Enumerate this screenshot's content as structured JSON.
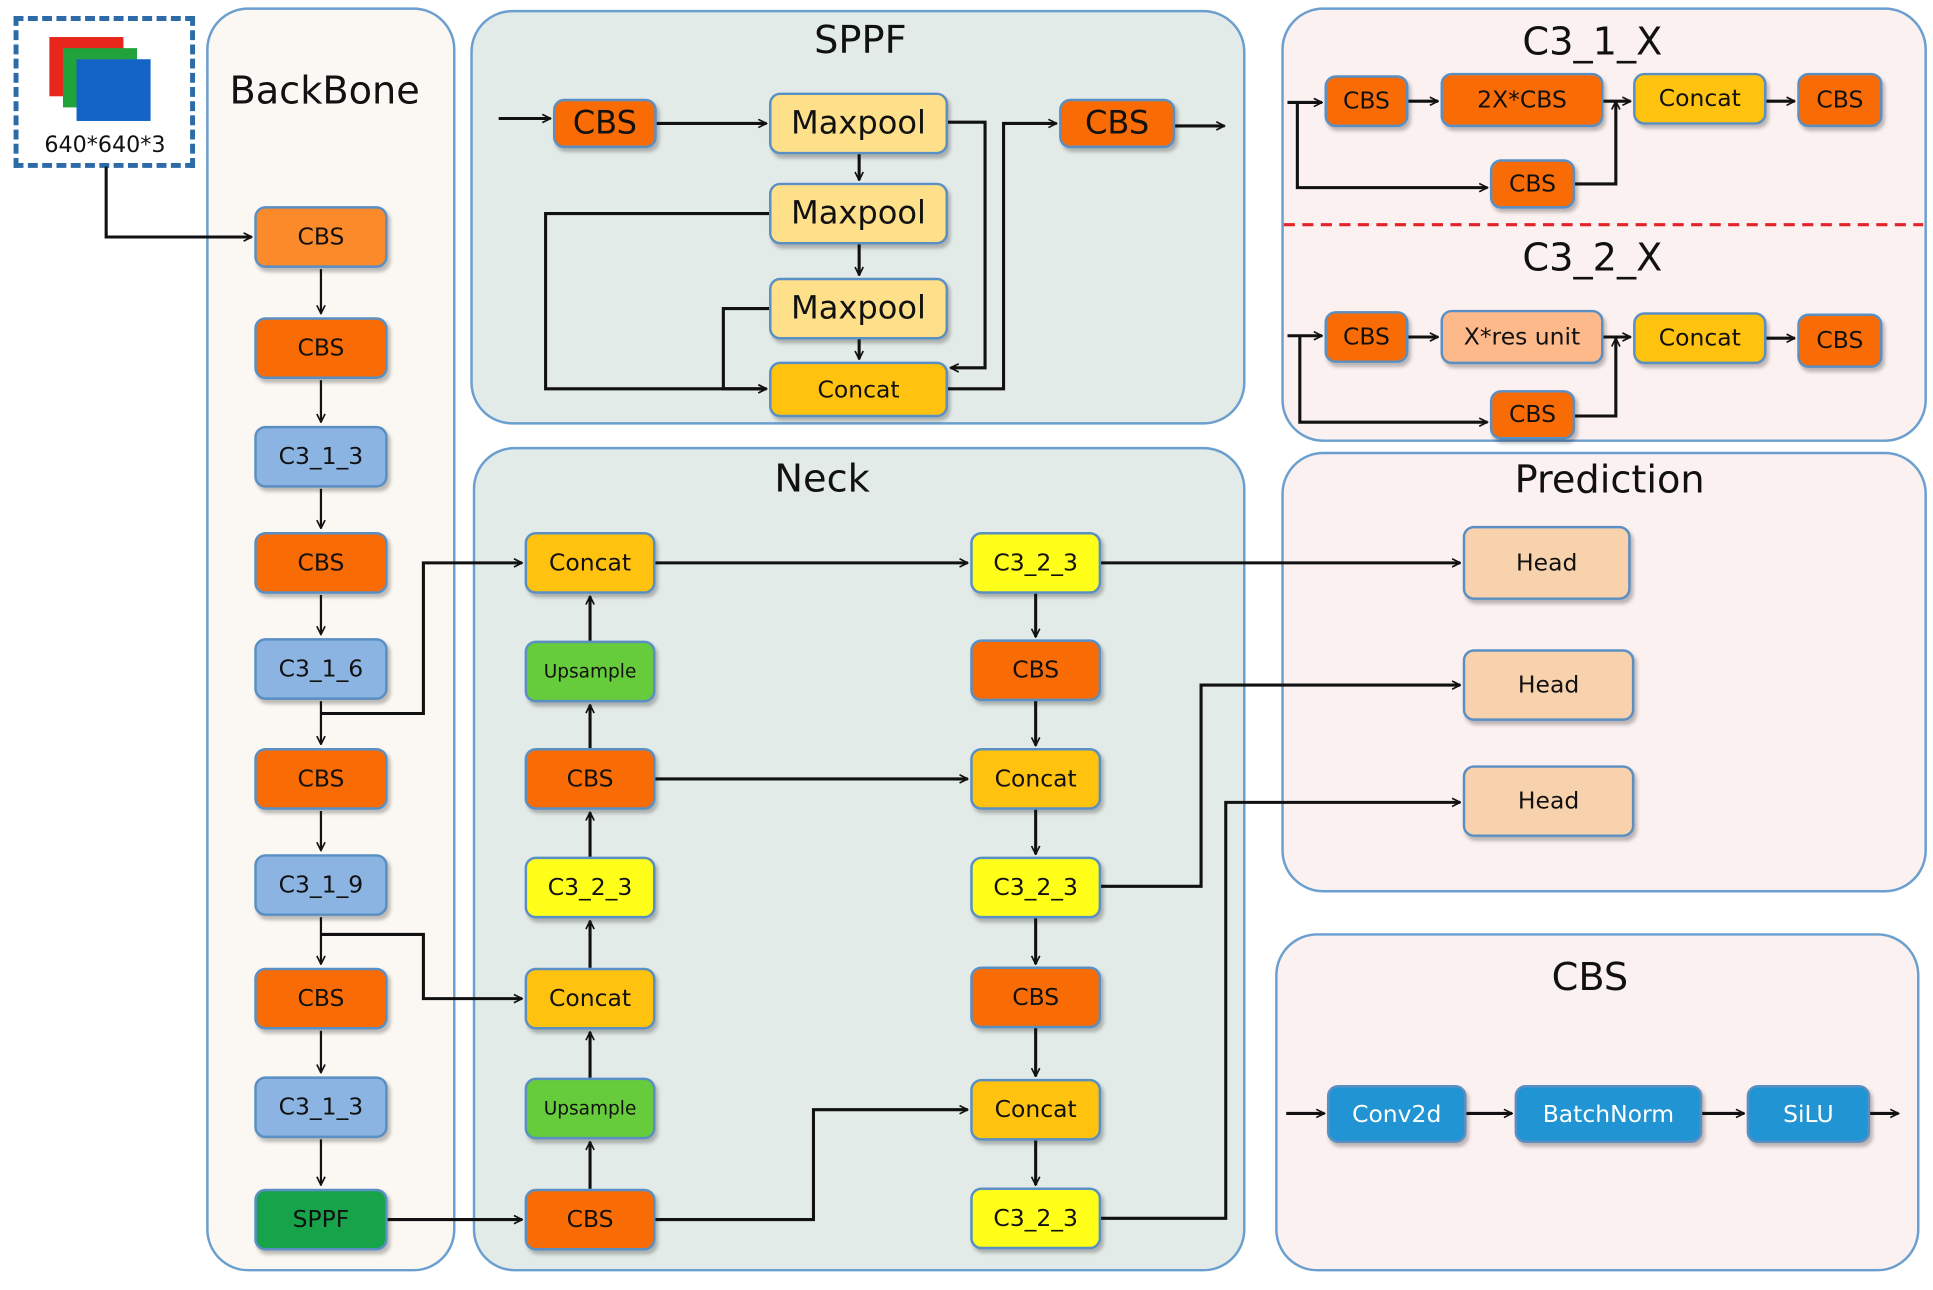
{
  "input": {
    "label": "640*640*3"
  },
  "backbone": {
    "title": "BackBone",
    "blocks": [
      "CBS",
      "CBS",
      "C3_1_3",
      "CBS",
      "C3_1_6",
      "CBS",
      "C3_1_9",
      "CBS",
      "C3_1_3",
      "SPPF"
    ]
  },
  "sppf": {
    "title": "SPPF",
    "cbs_in": "CBS",
    "maxpool_1": "Maxpool",
    "maxpool_2": "Maxpool",
    "maxpool_3": "Maxpool",
    "concat": "Concat",
    "cbs_out": "CBS"
  },
  "c3_1_x": {
    "title": "C3_1_X",
    "cbs_in": "CBS",
    "main": "2X*CBS",
    "concat": "Concat",
    "cbs_out": "CBS",
    "cbs_branch": "CBS"
  },
  "c3_2_x": {
    "title": "C3_2_X",
    "cbs_in": "CBS",
    "main": "X*res unit",
    "concat": "Concat",
    "cbs_out": "CBS",
    "cbs_branch": "CBS"
  },
  "neck": {
    "title": "Neck",
    "left": [
      "Concat",
      "Upsample",
      "CBS",
      "C3_2_3",
      "Concat",
      "Upsample",
      "CBS"
    ],
    "right": [
      "C3_2_3",
      "CBS",
      "Concat",
      "C3_2_3",
      "CBS",
      "Concat",
      "C3_2_3"
    ]
  },
  "prediction": {
    "title": "Prediction",
    "heads": [
      "Head",
      "Head",
      "Head"
    ]
  },
  "cbs_def": {
    "title": "CBS",
    "conv": "Conv2d",
    "bn": "BatchNorm",
    "act": "SiLU"
  },
  "colors": {
    "cbs": "#f96c05",
    "cbs_light": "#fb8a2a",
    "c3_1": "#8cb4e2",
    "c3_2": "#ffff1a",
    "concat": "#ffc20e",
    "upsample": "#66cc3b",
    "sppf_block": "#16a34a",
    "maxpool": "#ffe08a",
    "head": "#f8d2ad",
    "res_unit": "#fdb98a",
    "cbs_def_blue": "#2194d3",
    "panel_fill_gray": "#e3ebe8",
    "panel_fill_pink": "#fcf1f1",
    "panel_fill_backbone": "#fbf8f3"
  }
}
